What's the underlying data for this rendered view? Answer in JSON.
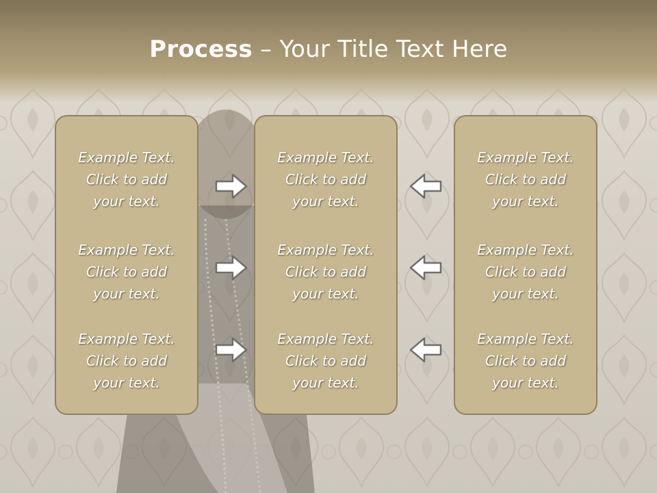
{
  "title": {
    "bold": "Process",
    "rest": " – Your Title Text Here"
  },
  "colors": {
    "box_fill": "#c7b892",
    "box_border": "#8f8162",
    "title_band": "#9c8c6b",
    "arrow_stroke": "#6e6e6e"
  },
  "columns": [
    {
      "items": [
        {
          "line1": "Example Text.",
          "line2": "Click  to add",
          "line3": "your text."
        },
        {
          "line1": "Example Text.",
          "line2": "Click  to add",
          "line3": "your text."
        },
        {
          "line1": "Example Text.",
          "line2": "Click  to add",
          "line3": "your text."
        }
      ]
    },
    {
      "items": [
        {
          "line1": "Example Text.",
          "line2": "Click  to add",
          "line3": "your text."
        },
        {
          "line1": "Example Text.",
          "line2": "Click  to add",
          "line3": "your text."
        },
        {
          "line1": "Example Text.",
          "line2": "Click  to add",
          "line3": "your text."
        }
      ]
    },
    {
      "items": [
        {
          "line1": "Example Text.",
          "line2": "Click  to add",
          "line3": "your text."
        },
        {
          "line1": "Example Text.",
          "line2": "Click  to add",
          "line3": "your text."
        },
        {
          "line1": "Example Text.",
          "line2": "Click  to add",
          "line3": "your text."
        }
      ]
    }
  ],
  "arrows": {
    "left_group": "right-arrow-icon",
    "right_group": "left-arrow-icon"
  }
}
